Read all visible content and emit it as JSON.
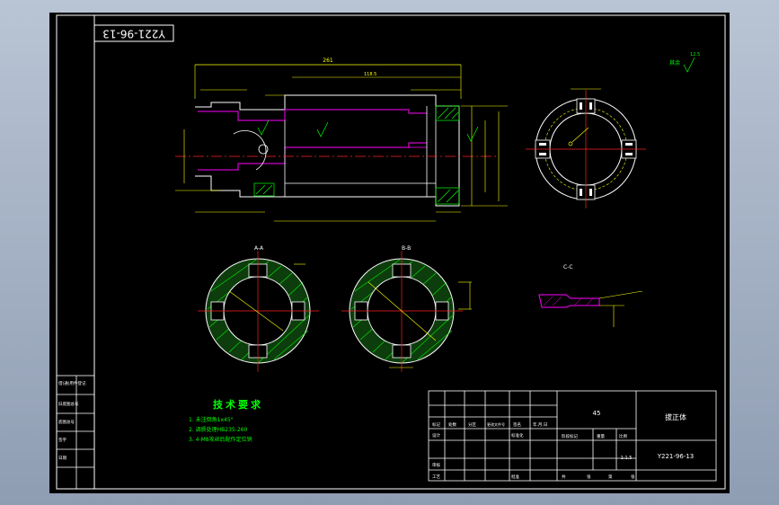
{
  "drawing": {
    "number_stamp": "Y221-96-13",
    "part_name": "拔正体",
    "material": "45",
    "scale": "1:1.5",
    "drawing_number": "Y221-96-13",
    "roughness_note": "其余",
    "roughness_value": "12.5"
  },
  "views": {
    "section_aa": "A-A",
    "section_bb": "B-B",
    "section_cc": "C-C",
    "dim_overall": "261",
    "dim_right": "118.5"
  },
  "tech_requirements": {
    "title": "技术要求",
    "items": [
      "1. 未注倒角1x45°",
      "2. 调质处理HB235-260",
      "3. 4-M8攻丝后配作定位销"
    ]
  },
  "title_block": {
    "row_labels": [
      "标记",
      "处数",
      "分区",
      "更改文件号",
      "签名",
      "年.月.日"
    ],
    "design": "设计",
    "standardize": "标准化",
    "review": "审核",
    "process": "工艺",
    "approve": "批准",
    "stage_mark": "阶段标记",
    "weight": "重量",
    "scale_label": "比例",
    "sheets": [
      "共",
      "张",
      "第",
      "张"
    ]
  },
  "left_strip": {
    "labels": [
      "借(通)用件登记",
      "旧底图总号",
      "底图总号",
      "签字",
      "日期"
    ]
  }
}
